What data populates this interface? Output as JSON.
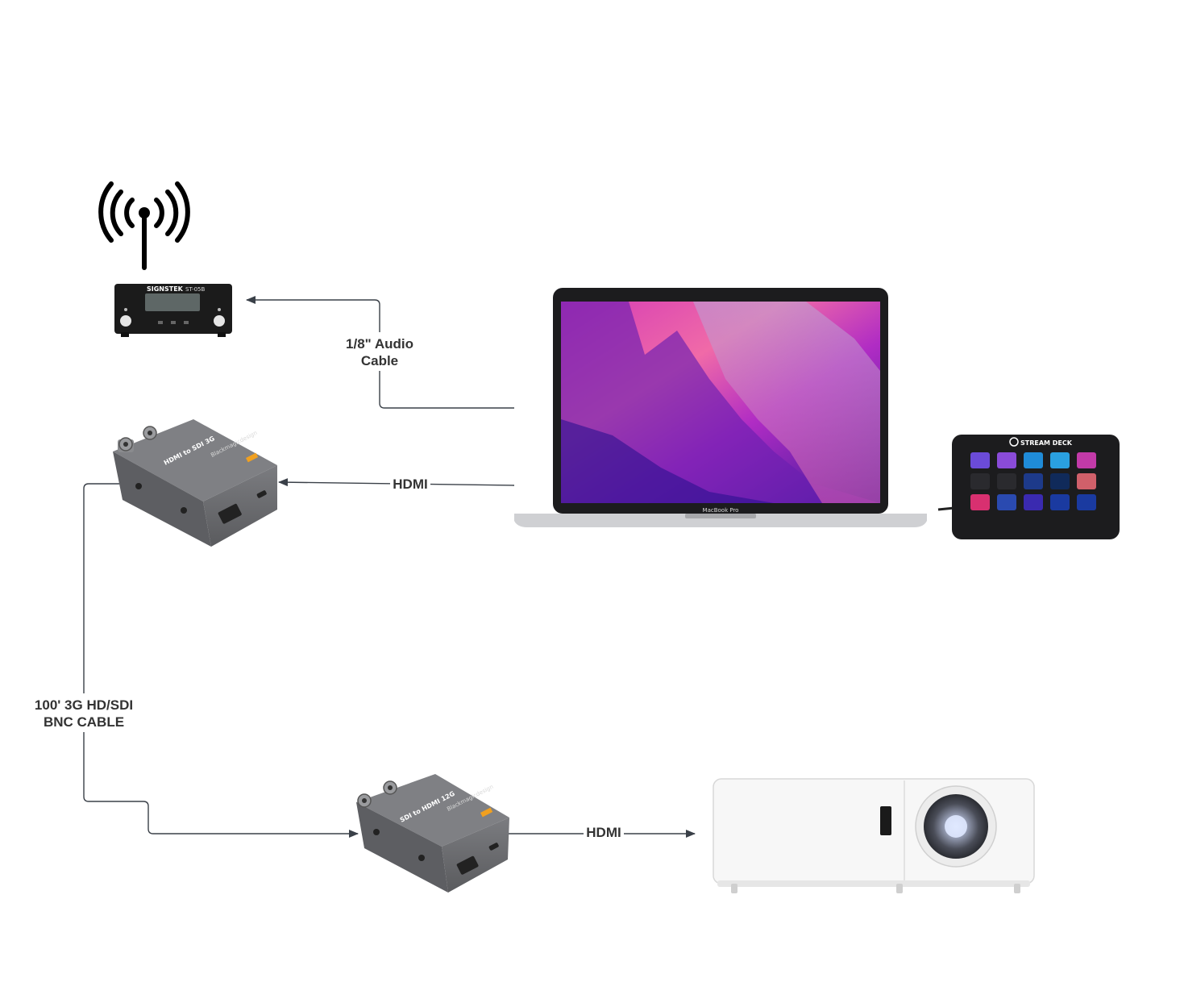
{
  "connections": {
    "audio_cable_line1": "1/8\" Audio",
    "audio_cable_line2": "Cable",
    "laptop_to_converter": "HDMI",
    "bnc_cable_line1": "100' 3G HD/SDI",
    "bnc_cable_line2": "BNC CABLE",
    "converter_to_projector": "HDMI"
  },
  "devices": {
    "transmitter_brand": "SIGNSTEK",
    "transmitter_model": "ST-05B",
    "converter_top_model": "HDMI to SDI 3G",
    "converter_bottom_model": "SDI to HDMI 12G",
    "converter_brand": "Blackmagicdesign",
    "laptop_badge": "MacBook Pro",
    "stream_deck_title": "STREAM DECK"
  },
  "colors": {
    "connector": "#3a4048",
    "label": "#333333",
    "converter_body": "#6e6f72",
    "converter_accent": "#f0a020",
    "stream_deck_body": "#1c1c1e"
  },
  "icons": {
    "broadcast": "antenna-icon"
  }
}
